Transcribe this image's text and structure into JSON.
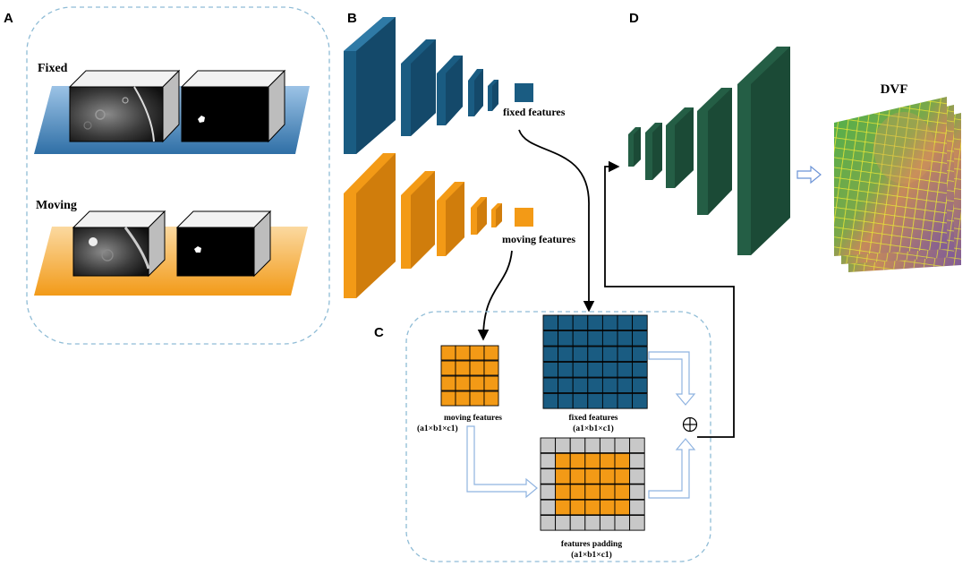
{
  "panels": {
    "a": "A",
    "b": "B",
    "c": "C",
    "d": "D"
  },
  "panel_a": {
    "fixed_label": "Fixed",
    "moving_label": "Moving"
  },
  "panel_b": {
    "fixed_features_label": "fixed features",
    "moving_features_label": "moving features"
  },
  "panel_c": {
    "moving_features_label": "moving features",
    "moving_features_dims": "(a1×b1×c1)",
    "fixed_features_label": "fixed features",
    "fixed_features_dims": "(a1×b1×c1)",
    "padding_label": "features padding",
    "padding_dims": "(a1×b1×c1)",
    "sum_symbol": "⊕"
  },
  "panel_d": {
    "dvf_label": "DVF"
  },
  "colors": {
    "fixed_blue": "#1a5c82",
    "moving_orange": "#f39a16",
    "decoder_green": "#245e45",
    "padding_gray": "#c8c8c8",
    "dashed_border": "#8fbcd6"
  }
}
